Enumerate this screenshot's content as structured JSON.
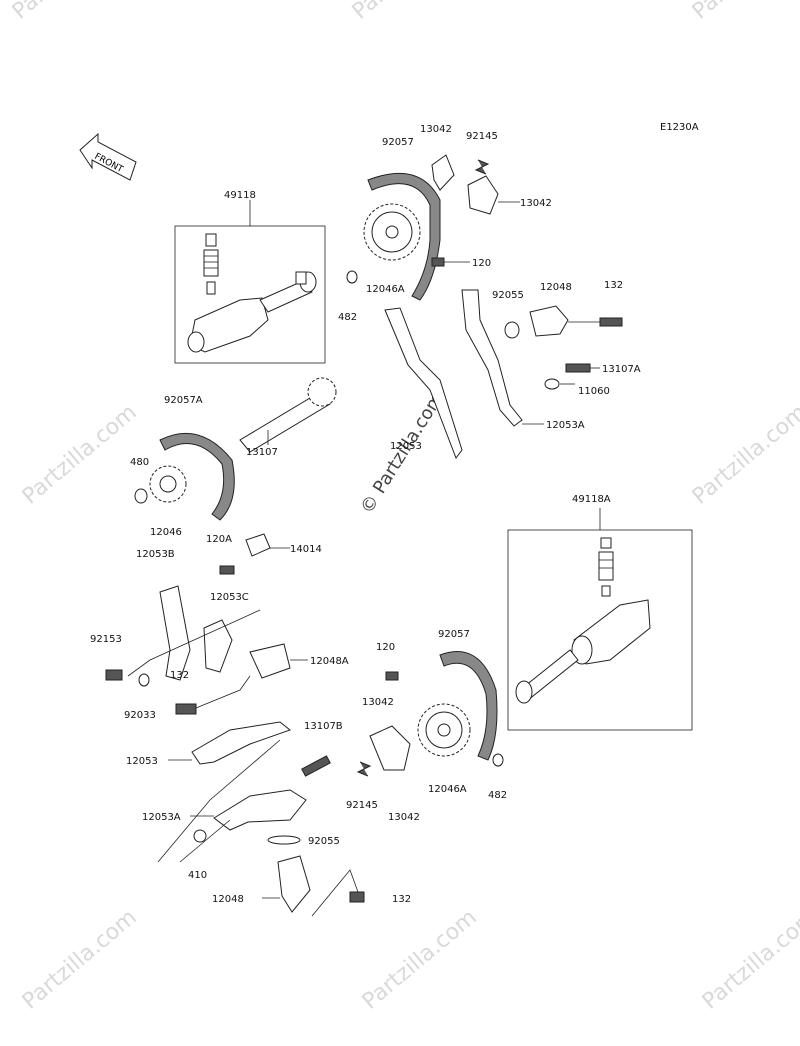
{
  "diagram_code": "E1230A",
  "front_label": "FRONT",
  "watermark_text": "Partzilla.com",
  "watermark_center": "© Partzilla.com",
  "part_labels": {
    "l_92057_top": "92057",
    "l_13042_top": "13042",
    "l_92145_top": "92145",
    "l_13042_right": "13042",
    "l_49118": "49118",
    "l_120_top": "120",
    "l_12046A_top": "12046A",
    "l_482_top": "482",
    "l_92055_top": "92055",
    "l_12048_top": "12048",
    "l_132_top": "132",
    "l_13107A": "13107A",
    "l_11060": "11060",
    "l_12053A_top": "12053A",
    "l_12053_top": "12053",
    "l_92057A": "92057A",
    "l_13107": "13107",
    "l_480": "480",
    "l_12046": "12046",
    "l_49118A": "49118A",
    "l_120A": "120A",
    "l_14014": "14014",
    "l_12053B": "12053B",
    "l_12053C": "12053C",
    "l_92153": "92153",
    "l_12048A": "12048A",
    "l_132_mid": "132",
    "l_92033": "92033",
    "l_120_bot": "120",
    "l_92057_bot": "92057",
    "l_13042_bot": "13042",
    "l_13107B": "13107B",
    "l_12053_bot": "12053",
    "l_12046A_bot": "12046A",
    "l_482_bot": "482",
    "l_92145_bot": "92145",
    "l_13042_bot2": "13042",
    "l_12053A_bot": "12053A",
    "l_92055_bot": "92055",
    "l_410": "410",
    "l_12048_bot": "12048",
    "l_132_bot": "132"
  }
}
